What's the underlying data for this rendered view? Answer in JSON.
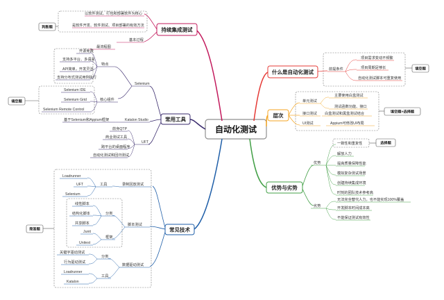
{
  "colors": {
    "center_border": "#8f8f8f",
    "branch_ci": "#c2185b",
    "branch_tools": "#37286b",
    "branch_tech": "#1e5ea8",
    "branch_what": "#e53935",
    "branch_levels": "#f5a623",
    "branch_pros": "#43a047"
  },
  "center": {
    "label": "自动化测试"
  },
  "ci": {
    "title": "持续集成测试",
    "tag": "判断题",
    "items": [
      "以软件测试、打包和部署软件为核心",
      "是软件开发、软件测试、项目部署的有效方法"
    ],
    "flow_label": "基本过程",
    "flow_item": "最流程图"
  },
  "tools": {
    "title": "常用工具",
    "tag": "填空题",
    "selenium": {
      "label": "Selenium",
      "features_label": "特点",
      "features": [
        "开源免费",
        "支持多平台、多语言",
        "API简单，开发灵活",
        "支持分布式测试用例执行"
      ],
      "core_label": "核心组件",
      "core": [
        "Selenium IDE",
        "Selenium Grid",
        "Selenium Remote Control"
      ]
    },
    "katalon": "Katalon Studio",
    "katalon_based": "基于Selenium和Appium框架",
    "uft": {
      "label": "UFT",
      "items": [
        "前身QTP",
        "商业测试工具",
        "跨平台的桌面程序",
        "自动化测试和回归测试"
      ]
    }
  },
  "tech": {
    "title": "常见技术",
    "tag": "简答题",
    "record": {
      "label": "录制回放测试",
      "tools_label": "工具",
      "tools": [
        "Loadrunner",
        "UFT",
        "Selenium"
      ]
    },
    "script": {
      "label": "脚本测试",
      "class_label": "分类",
      "classes": [
        "线性脚本",
        "结构化脚本",
        "共享脚本"
      ],
      "framework_label": "框架",
      "frameworks": [
        "Junit",
        "Unitest"
      ]
    },
    "data": {
      "label": "数据驱动测试",
      "class_label": "分类",
      "classes": [
        "关键字驱动测试",
        "行为驱动测试"
      ],
      "tools_label": "工具",
      "tools": [
        "Loadrunner",
        "Katalon"
      ]
    }
  },
  "what": {
    "title": "什么是自动化测试",
    "tag": "填空题",
    "premise_label": "前提条件",
    "premises": [
      "项目需求变动不频繁",
      "项目周期足够长",
      "自动化测试脚本可重复使用"
    ]
  },
  "levels": {
    "title": "层次",
    "tag": "填空题+选择题",
    "rows": [
      {
        "label": "单元测试",
        "items": [
          "主要使用白盒测试",
          "测试函数功能、接口"
        ]
      },
      {
        "label": "接口测试",
        "items": [
          "白盒测试和黑盒测试结合"
        ]
      },
      {
        "label": "UI测试",
        "items": [
          "Appium可修改UI布局"
        ]
      }
    ]
  },
  "pros": {
    "title": "优势与劣势",
    "tag": "选择题",
    "adv_label": "优势",
    "advantages": [
      "一致性和重复性",
      "解放人力",
      "提高质量保障性能",
      "模拟复杂测试场景",
      "创建持续集成环境",
      "时刻的团队技术参考高"
    ],
    "dis_label": "劣势",
    "disadvantages": [
      "无法完全替代人力，也不能实现100%覆盖",
      "开发脚本时间成本高",
      "不能保证测试有效性"
    ]
  }
}
